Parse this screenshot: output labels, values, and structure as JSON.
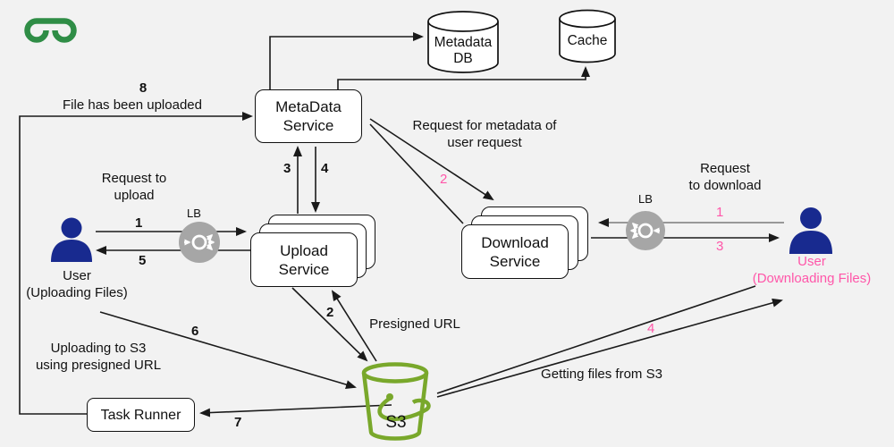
{
  "colors": {
    "background": "#f2f2f2",
    "pink": "#ff56a9",
    "user_navy": "#182a8f",
    "bucket_green": "#79a82b",
    "logo_green": "#2f8d46",
    "lb_gray": "#a6a6a6",
    "line": "#1a1a1a"
  },
  "nodes": {
    "metadata_db": {
      "line1": "Metadata",
      "line2": "DB"
    },
    "cache": {
      "label": "Cache"
    },
    "metadata_service": {
      "line1": "MetaData",
      "line2": "Service"
    },
    "upload_service": {
      "line1": "Upload",
      "line2": "Service"
    },
    "download_service": {
      "line1": "Download",
      "line2": "Service"
    },
    "task_runner": {
      "label": "Task Runner"
    },
    "s3": {
      "label": "S3"
    },
    "lb_left": {
      "label": "LB"
    },
    "lb_right": {
      "label": "LB"
    },
    "user_left": {
      "line1": "User",
      "line2": "(Uploading Files)"
    },
    "user_right": {
      "line1": "User",
      "line2": "(Downloading Files)"
    }
  },
  "labels": {
    "step8_num": "8",
    "step8_text": "File has been uploaded",
    "request_upload_l1": "Request to",
    "request_upload_l2": "upload",
    "step1_left": "1",
    "step5_left": "5",
    "step3": "3",
    "step4": "4",
    "step2_black": "2",
    "presigned_url": "Presigned URL",
    "step6": "6",
    "uploading_s3_l1": "Uploading to S3",
    "uploading_s3_l2": "using presigned URL",
    "step7": "7",
    "req_metadata_l1": "Request for metadata of",
    "req_metadata_l2": "user request",
    "step2_pink": "2",
    "request_download_l1": "Request",
    "request_download_l2": "to download",
    "step1_right": "1",
    "step3_right": "3",
    "step4_pink": "4",
    "getting_files": "Getting files from S3"
  }
}
